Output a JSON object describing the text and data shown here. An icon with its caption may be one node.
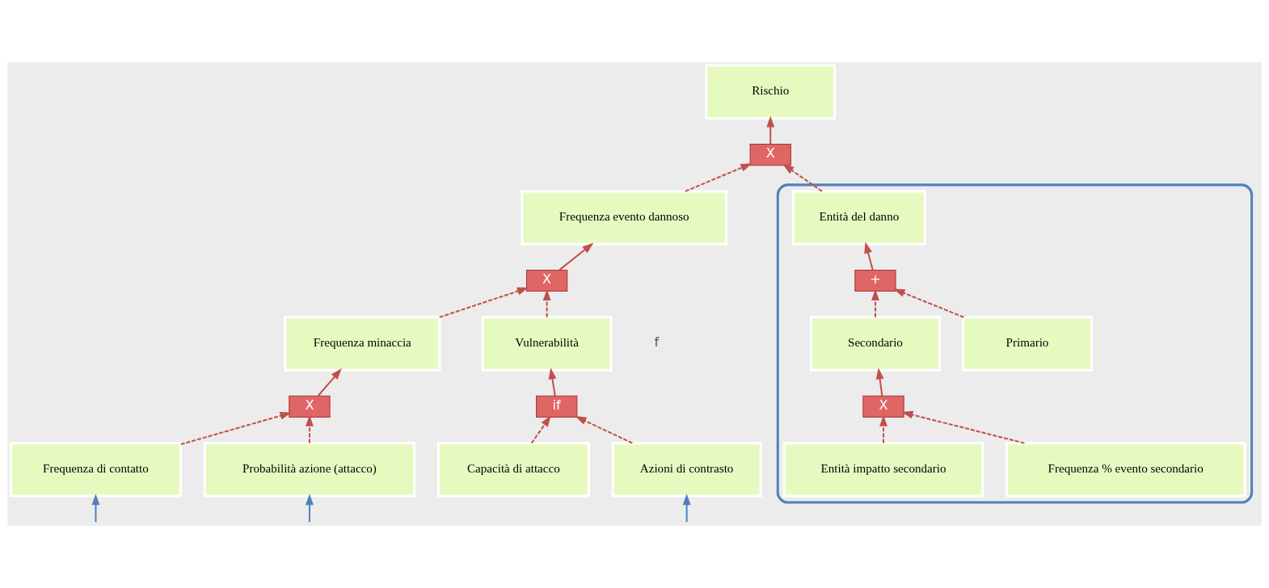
{
  "diagram": {
    "nodes": [
      {
        "text": [
          "Rischio"
        ]
      },
      {
        "text": [
          "X"
        ]
      },
      {
        "text": [
          "Frequenza evento dannoso"
        ]
      },
      {
        "text": [],
        "shape": "box"
      },
      {
        "text": [
          "Entità del danno"
        ],
        "in": 3
      },
      {
        "text": [
          "X"
        ]
      },
      {
        "text": [
          "+"
        ],
        "in": 3
      },
      {
        "text": [
          "Frequenza minaccia"
        ]
      },
      {
        "text": [
          "Vulnerabilità"
        ]
      },
      {
        "text": [
          "Primario"
        ],
        "in": 3
      },
      {
        "text": [
          "Secondario"
        ],
        "in": 3
      },
      {
        "text": [
          "X"
        ]
      },
      {
        "text": [
          "if"
        ]
      },
      {
        "text": [
          "X"
        ],
        "in": 3
      },
      {
        "text": [
          "Frequenza di contatto"
        ]
      },
      {
        "text": [
          "Probabilità azione (attacco)"
        ]
      },
      {
        "text": [
          "Capacità di attacco"
        ]
      },
      {
        "text": [
          "Azioni di contrasto"
        ]
      },
      {
        "text": [
          "Frequenza % evento secondario"
        ],
        "in": 3
      },
      {
        "text": [
          "Entità impatto secondario"
        ],
        "in": 3
      }
    ],
    "edges": [
      {
        "from": 1,
        "to": 0,
        "arrow": "to"
      },
      {
        "from": 2,
        "to": 1,
        "arrow": "to",
        "style": "dashed"
      },
      {
        "from": 4,
        "to": 1,
        "arrow": "to",
        "style": "dashed"
      },
      {
        "from": 5,
        "to": 2,
        "arrow": "to"
      },
      {
        "from": 6,
        "to": 4,
        "arrow": "to"
      },
      {
        "from": 7,
        "to": 5,
        "arrow": "to",
        "style": "dashed"
      },
      {
        "from": 8,
        "to": 5,
        "arrow": "to",
        "style": "dashed"
      },
      {
        "from": 9,
        "to": 6,
        "arrow": "to",
        "style": "dashed"
      },
      {
        "from": 10,
        "to": 6,
        "arrow": "to",
        "style": "dashed"
      },
      {
        "from": 11,
        "to": 7,
        "arrow": "to"
      },
      {
        "from": 12,
        "to": 8,
        "arrow": "to"
      },
      {
        "from": 13,
        "to": 10,
        "arrow": "to"
      },
      {
        "from": 14,
        "to": 11,
        "arrow": "to",
        "style": "dashed"
      },
      {
        "from": 15,
        "to": 11,
        "arrow": "to",
        "style": "dashed"
      },
      {
        "from": 16,
        "to": 12,
        "arrow": "to",
        "style": "dashed"
      },
      {
        "from": 17,
        "to": 12,
        "arrow": "to",
        "style": "dashed"
      },
      {
        "from": 18,
        "to": 13,
        "arrow": "to",
        "style": "dashed"
      },
      {
        "from": 19,
        "to": 13,
        "arrow": "to",
        "style": "dashed"
      },
      {
        "from": null,
        "to": 14,
        "arrow": "to",
        "color": "#4f81bd"
      },
      {
        "from": null,
        "to": 15,
        "arrow": "to",
        "color": "#4f81bd"
      },
      {
        "from": null,
        "to": 17,
        "arrow": "to",
        "color": "#4f81bd"
      }
    ],
    "labels": [
      "f"
    ]
  }
}
